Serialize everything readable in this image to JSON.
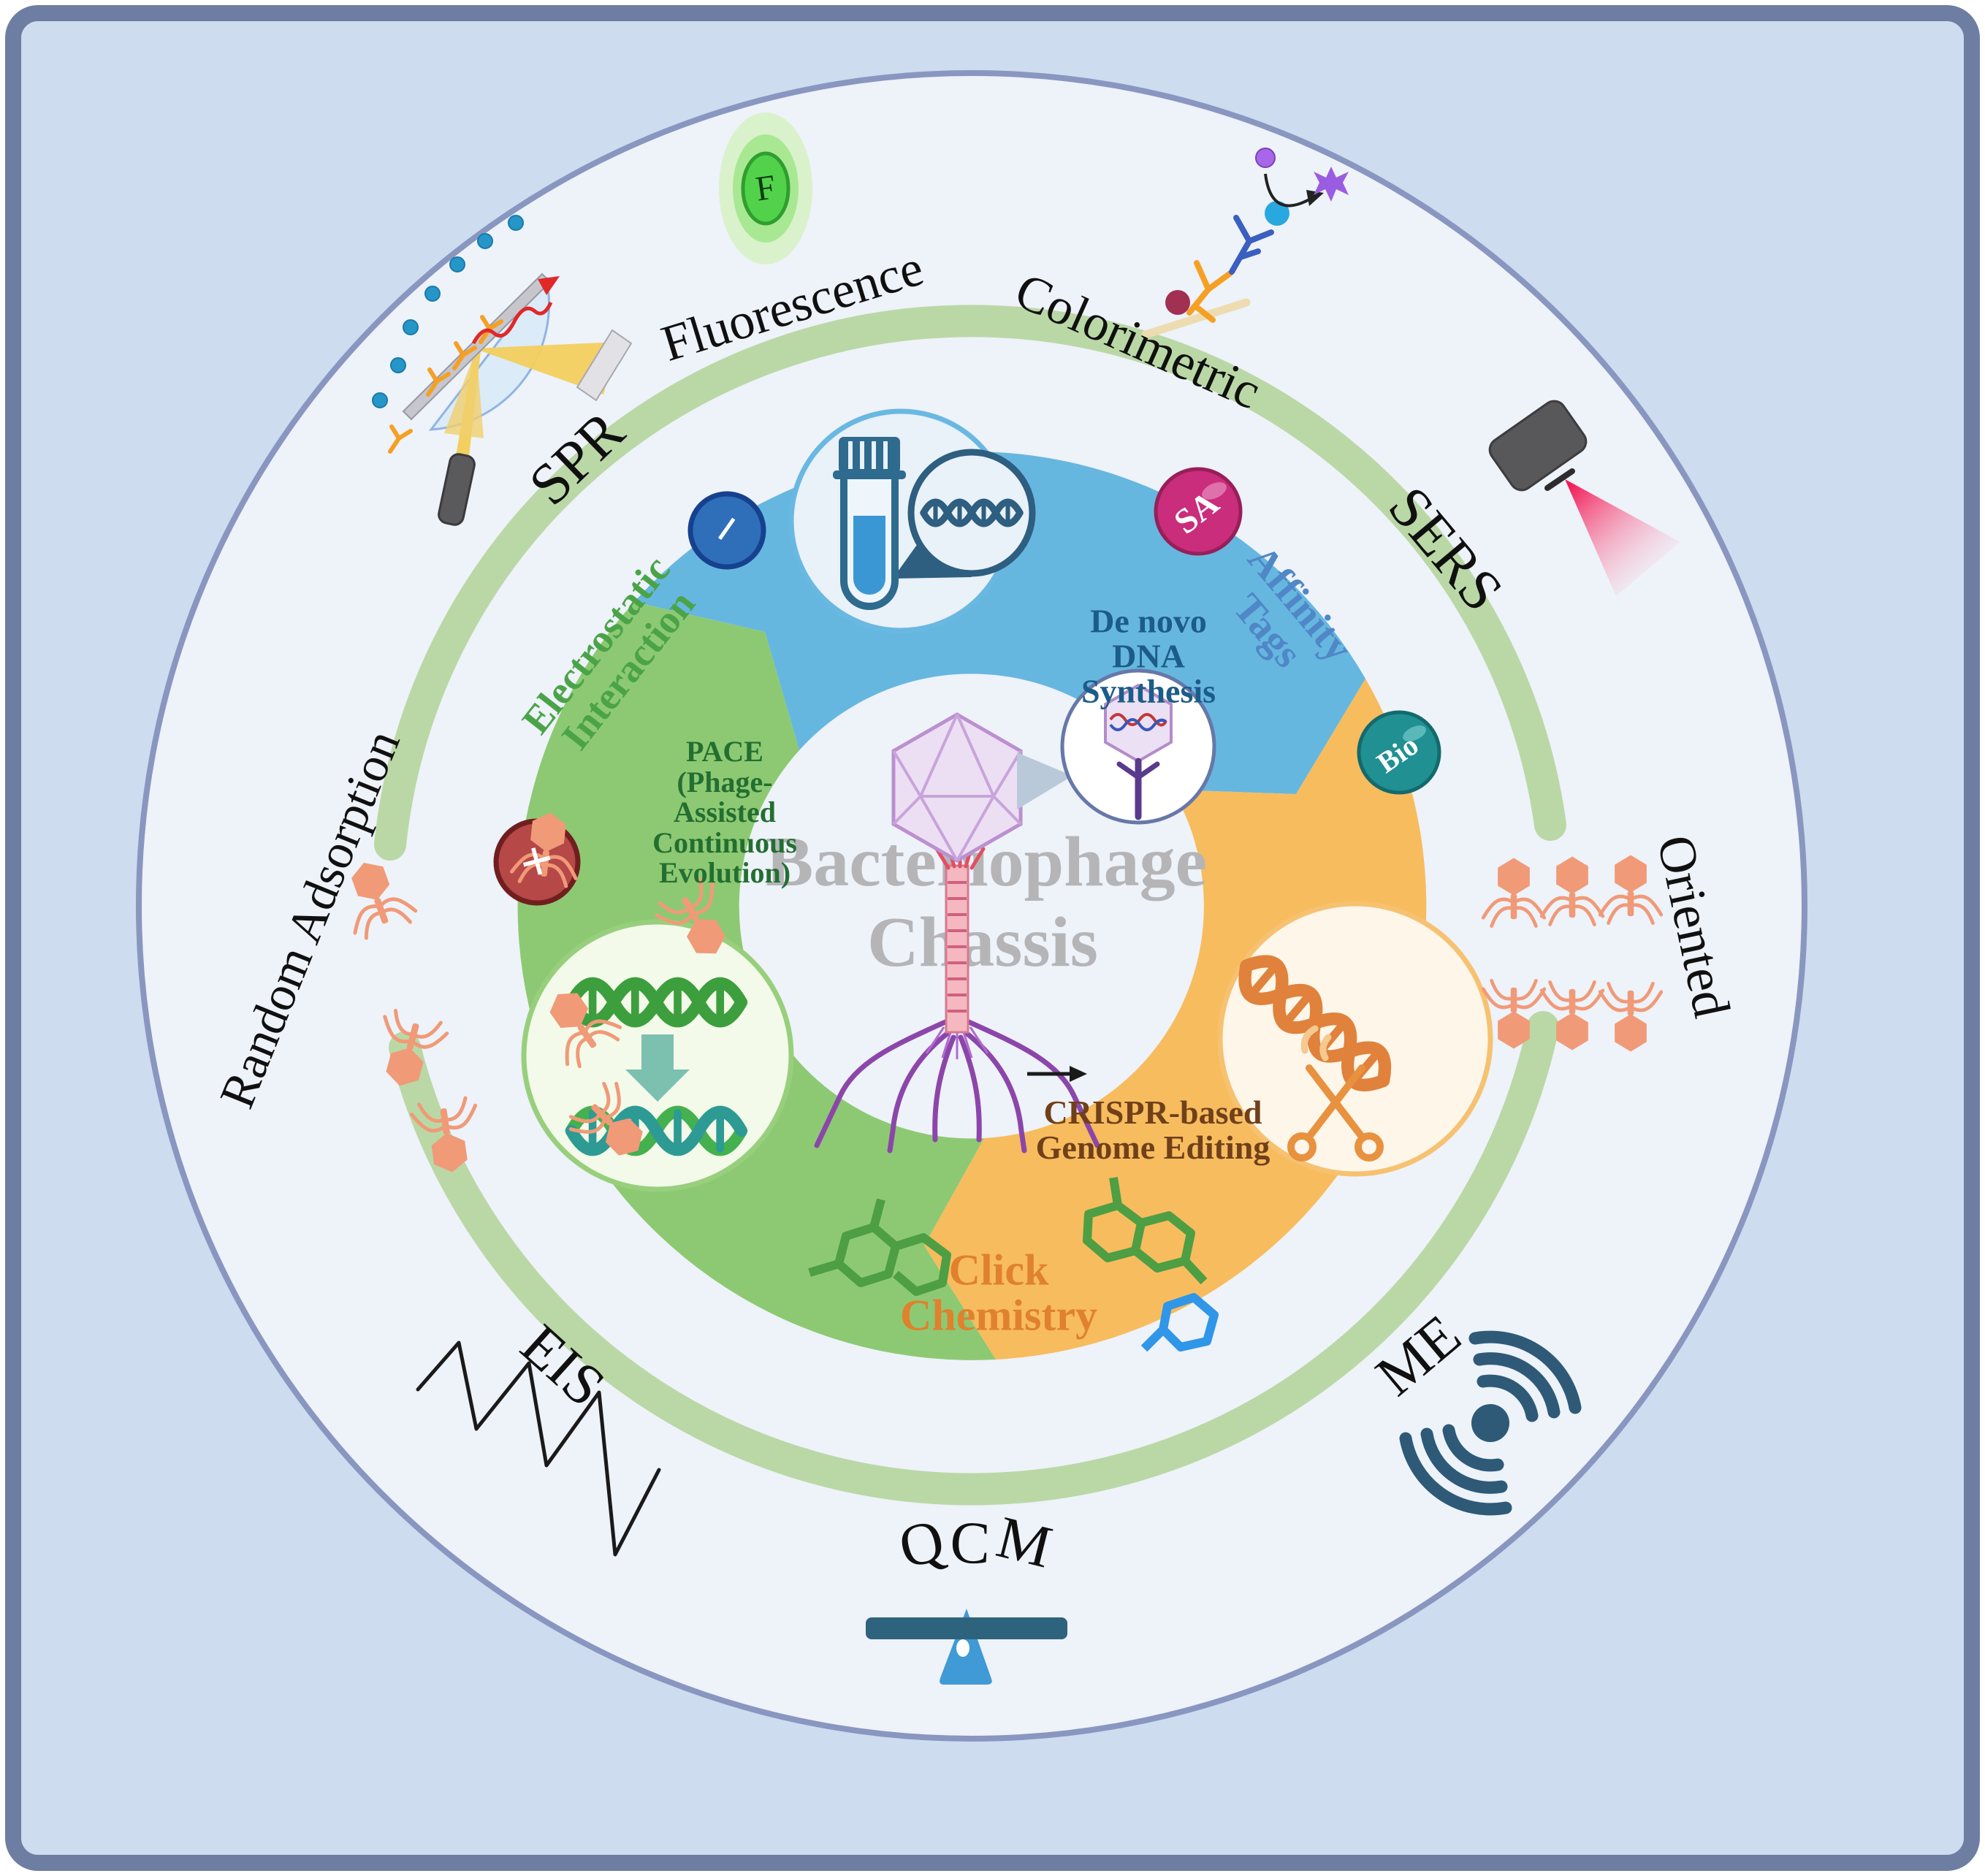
{
  "center": {
    "line1": "Bacteriophage",
    "line2": "Chassis"
  },
  "engineering": {
    "de_novo": {
      "l1": "De novo",
      "l2": "DNA",
      "l3": "Synthesis"
    },
    "crispr": {
      "l1": "CRISPR-based",
      "l2": "Genome Editing"
    },
    "pace": {
      "l1": "PACE",
      "l2": "(Phage-",
      "l3": "Assisted",
      "l4": "Continuous",
      "l5": "Evolution)"
    }
  },
  "strategies": {
    "electrostatic": {
      "l1": "Electrostatic",
      "l2": "Interaction"
    },
    "affinity": {
      "l1": "Affinity",
      "l2": "Tags"
    },
    "click": {
      "l1": "Click",
      "l2": "Chemistry"
    }
  },
  "badges": {
    "minus": "−",
    "plus": "+",
    "streptavidin": "SA",
    "biotin": "Bio",
    "fluorophore": "F"
  },
  "outer_labels": {
    "fluorescence": "Fluorescence",
    "colorimetric": "Colorimetric",
    "sers": "SERS",
    "oriented": "Oriented",
    "me": "ME",
    "qcm": "QCM",
    "qcm_letters": [
      "Q",
      "C",
      "M"
    ],
    "eis": "EIS",
    "random_adsorption": "Random Adsorption",
    "spr": "SPR"
  },
  "colors": {
    "page_background": "#cddcee",
    "frame_border": "#6e7ea2",
    "main_circle_fill": "#eef2f9",
    "main_circle_stroke": "#8896c0",
    "green_ring": "#bad8a6",
    "segment_blue": "#66b7e0",
    "segment_orange": "#f7bc5e",
    "segment_green": "#8dc973",
    "center_text_gray": "#b5b5b8",
    "electrostatic_green": "#4aa447",
    "affinity_blue": "#4f87c7",
    "click_orange": "#e0812d",
    "pace_green": "#236f31",
    "de_novo_blue": "#1c5c88",
    "crispr_brown": "#70401a",
    "phage_orange": "#f09a78",
    "minus_circle": "#2f6fba",
    "plus_circle": "#b64848",
    "sa_sphere": "#c92d7c",
    "bio_sphere": "#209093"
  }
}
